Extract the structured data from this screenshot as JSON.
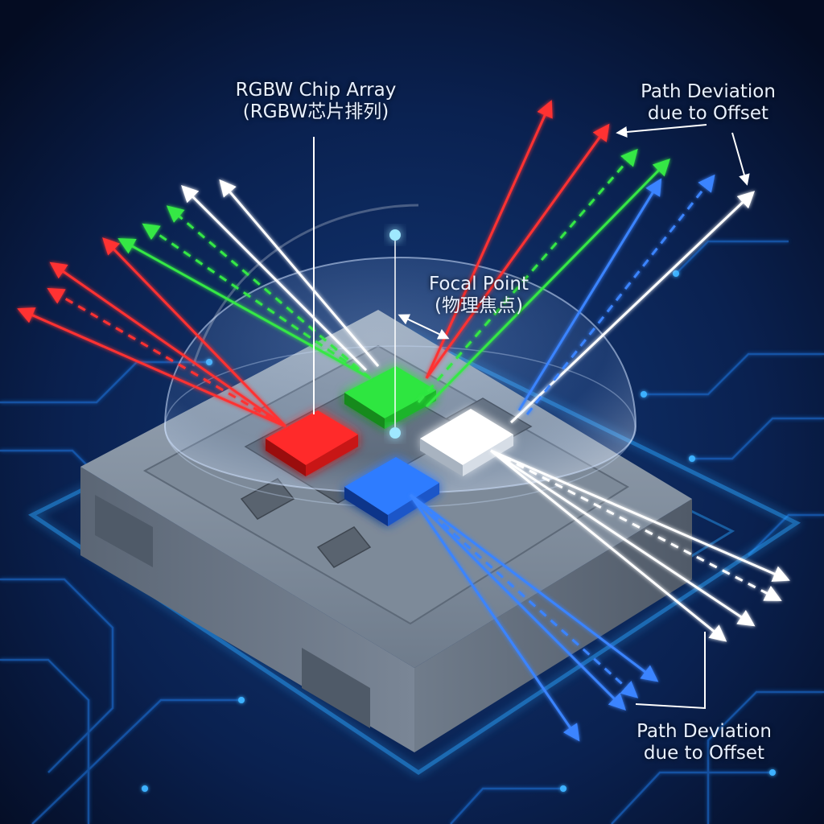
{
  "labels": {
    "chip_array": {
      "line1": "RGBW Chip Array",
      "line2": "(RGBW芯片排列)"
    },
    "focal_point": {
      "line1": "Focal Point",
      "line2": "(物理焦点)"
    },
    "deviation_top": {
      "line1": "Path Deviation",
      "line2": "due to Offset"
    },
    "deviation_bottom": {
      "line1": "Path Deviation",
      "line2": "due to Offset"
    }
  },
  "chips": [
    {
      "id": "red",
      "color": "#ff2a2a"
    },
    {
      "id": "green",
      "color": "#2ee640"
    },
    {
      "id": "white",
      "color": "#ffffff"
    },
    {
      "id": "blue",
      "color": "#2f7bff"
    }
  ],
  "colors": {
    "background": "#06122e",
    "circuit": "#1a6fd6",
    "package": "#7d8a99",
    "dome": "#bcd6ff",
    "focal": "#9fe8ff"
  }
}
